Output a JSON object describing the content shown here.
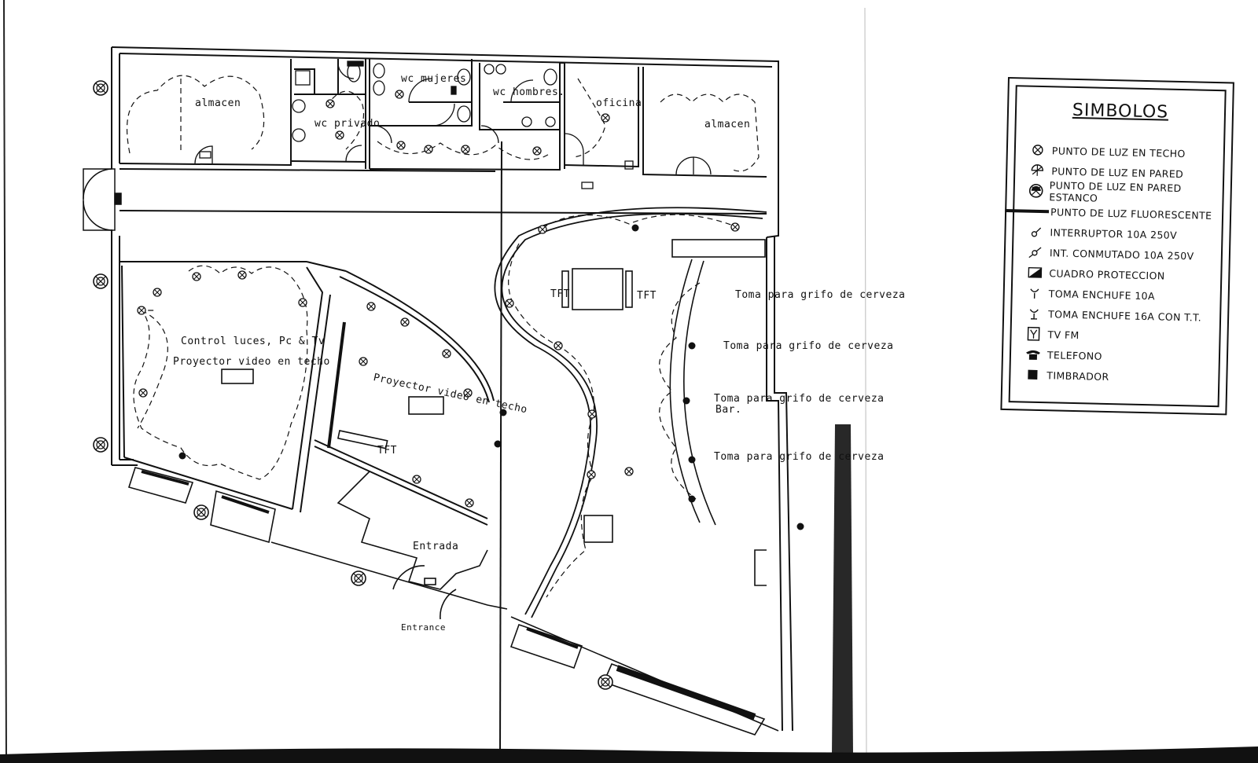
{
  "rooms": {
    "almacen_left": "almacen",
    "wc_privado": "wc privado",
    "wc_mujeres": "wc mujeres",
    "wc_hombres": "wc hombres.",
    "oficina": "oficina",
    "almacen_right": "almacen",
    "entrada": "Entrada",
    "entrance": "Entrance"
  },
  "annotations": {
    "control_luces": "Control luces, Pc & Tv",
    "proyector_techo": "Proyector video en techo",
    "proyector_techo_2": "Proyector video en techo",
    "tft_1": "TFT",
    "tft_2": "TFT",
    "tft_3": "TFT",
    "toma_1": "Toma para grifo de cerveza",
    "toma_2": "Toma para grifo de cerveza",
    "toma_3": "Toma para grifo de cerveza",
    "bar": "Bar.",
    "toma_4": "Toma para grifo de cerveza"
  },
  "legend": {
    "title": "SIMBOLOS",
    "items": [
      {
        "icon": "ceiling-light-icon",
        "label": "PUNTO DE LUZ EN TECHO"
      },
      {
        "icon": "wall-light-icon",
        "label": "PUNTO DE LUZ EN PARED"
      },
      {
        "icon": "sealed-wall-light-icon",
        "label": "PUNTO DE LUZ EN PARED ESTANCO"
      },
      {
        "icon": "fluorescent-light-icon",
        "label": "PUNTO DE LUZ FLUORESCENTE"
      },
      {
        "icon": "switch-icon",
        "label": "INTERRUPTOR 10A 250V"
      },
      {
        "icon": "two-way-switch-icon",
        "label": "INT. CONMUTADO 10A 250V"
      },
      {
        "icon": "protection-panel-icon",
        "label": "CUADRO PROTECCION"
      },
      {
        "icon": "socket-10a-icon",
        "label": "TOMA ENCHUFE 10A"
      },
      {
        "icon": "socket-16a-icon",
        "label": "TOMA ENCHUFE 16A CON T.T."
      },
      {
        "icon": "tv-fm-icon",
        "label": "TV FM"
      },
      {
        "icon": "telephone-icon",
        "label": "TELEFONO"
      },
      {
        "icon": "doorbell-icon",
        "label": "TIMBRADOR"
      }
    ]
  }
}
